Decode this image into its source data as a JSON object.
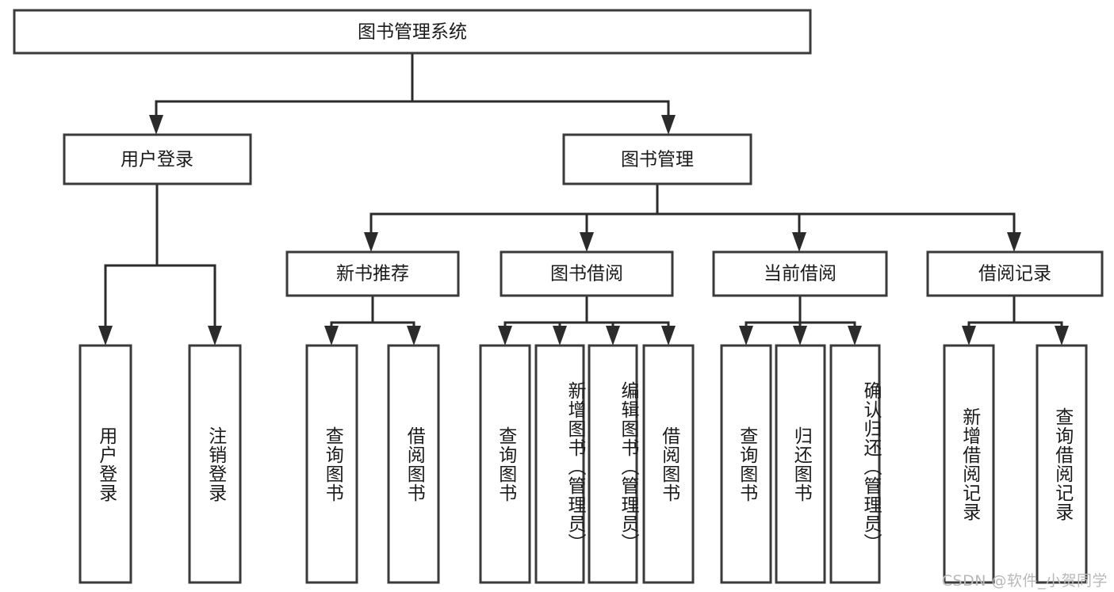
{
  "diagram": {
    "type": "tree-hierarchy-diagram",
    "root": {
      "label": "图书管理系统"
    },
    "level2": [
      {
        "label": "用户登录"
      },
      {
        "label": "图书管理"
      }
    ],
    "level3": [
      {
        "label": "新书推荐"
      },
      {
        "label": "图书借阅"
      },
      {
        "label": "当前借阅"
      },
      {
        "label": "借阅记录"
      }
    ],
    "leaves": [
      {
        "label": "用户登录",
        "parent": "用户登录"
      },
      {
        "label": "注销登录",
        "parent": "用户登录"
      },
      {
        "label": "查询图书",
        "parent": "新书推荐"
      },
      {
        "label": "借阅图书",
        "parent": "新书推荐"
      },
      {
        "label": "查询图书",
        "parent": "图书借阅"
      },
      {
        "label": "新增图书（管理员）",
        "parent": "图书借阅"
      },
      {
        "label": "编辑图书（管理员）",
        "parent": "图书借阅"
      },
      {
        "label": "借阅图书",
        "parent": "图书借阅"
      },
      {
        "label": "查询图书",
        "parent": "当前借阅"
      },
      {
        "label": "归还图书",
        "parent": "当前借阅"
      },
      {
        "label": "确认归还（管理员）",
        "parent": "当前借阅"
      },
      {
        "label": "新增借阅记录",
        "parent": "借阅记录"
      },
      {
        "label": "查询借阅记录",
        "parent": "借阅记录"
      }
    ]
  },
  "watermark": {
    "text": "CSDN @软件_小贺同学"
  },
  "colors": {
    "box_stroke": "#3a3a3a",
    "connector": "#2b2b2b",
    "background": "#ffffff",
    "text": "#1a1a1a",
    "watermark": "#b9b9b9"
  }
}
